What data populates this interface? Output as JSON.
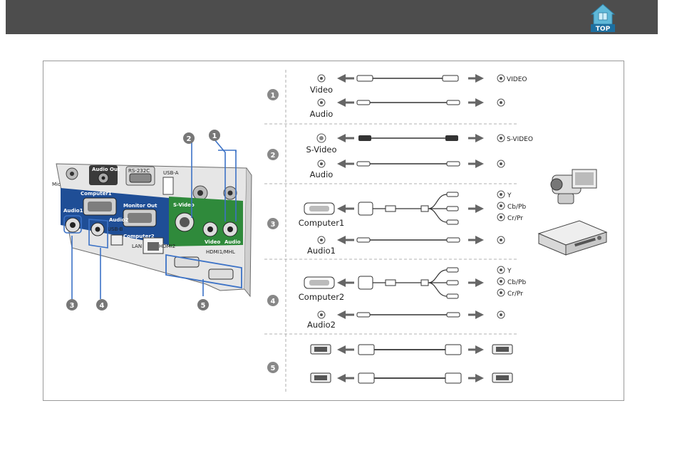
{
  "header": {
    "top_button_label": "TOP"
  },
  "callouts": [
    "1",
    "2",
    "3",
    "4",
    "5"
  ],
  "panel": {
    "ports": [
      "Mic",
      "Audio Out",
      "RS-232C",
      "USB-A",
      "Computer1",
      "Monitor Out",
      "S-Video",
      "Audio1",
      "Audio2",
      "Computer2",
      "Video",
      "Audio",
      "USB-B",
      "LAN",
      "HDMI2",
      "HDMI1/MHL"
    ]
  },
  "rows": {
    "r1_video": "Video",
    "r1_audio": "Audio",
    "r1_video_dest": "VIDEO",
    "r2_svideo": "S-Video",
    "r2_audio": "Audio",
    "r2_svideo_dest": "S-VIDEO",
    "r3_computer": "Computer1",
    "r3_audio": "Audio1",
    "r4_computer": "Computer2",
    "r4_audio": "Audio2",
    "comp_y": "Y",
    "comp_cb": "Cb/Pb",
    "comp_cr": "Cr/Pr"
  }
}
